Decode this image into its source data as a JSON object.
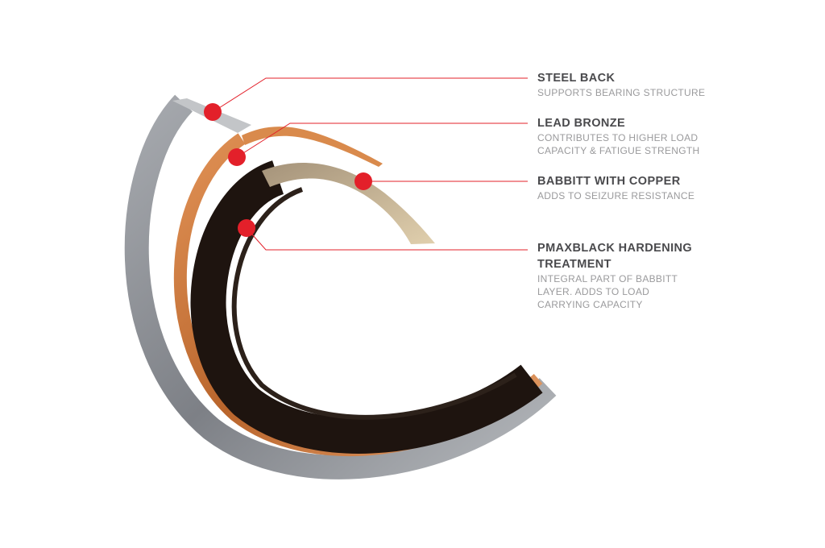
{
  "colors": {
    "accent": "#e3202a",
    "steel": "#8d9096",
    "bronze": "#c8763a",
    "babbitt": "#cdb894",
    "black_layer": "#1e140f"
  },
  "layers": [
    {
      "title": "STEEL BACK",
      "desc": [
        "SUPPORTS BEARING STRUCTURE"
      ]
    },
    {
      "title": "LEAD BRONZE",
      "desc": [
        "CONTRIBUTES TO HIGHER LOAD",
        "CAPACITY & FATIGUE STRENGTH"
      ]
    },
    {
      "title": "BABBITT WITH COPPER",
      "desc": [
        "ADDS TO SEIZURE RESISTANCE"
      ]
    },
    {
      "title": "PMAXBLACK HARDENING",
      "title2": "TREATMENT",
      "desc": [
        "INTEGRAL PART OF BABBITT",
        "LAYER. ADDS TO LOAD",
        "CARRYING CAPACITY"
      ]
    }
  ]
}
